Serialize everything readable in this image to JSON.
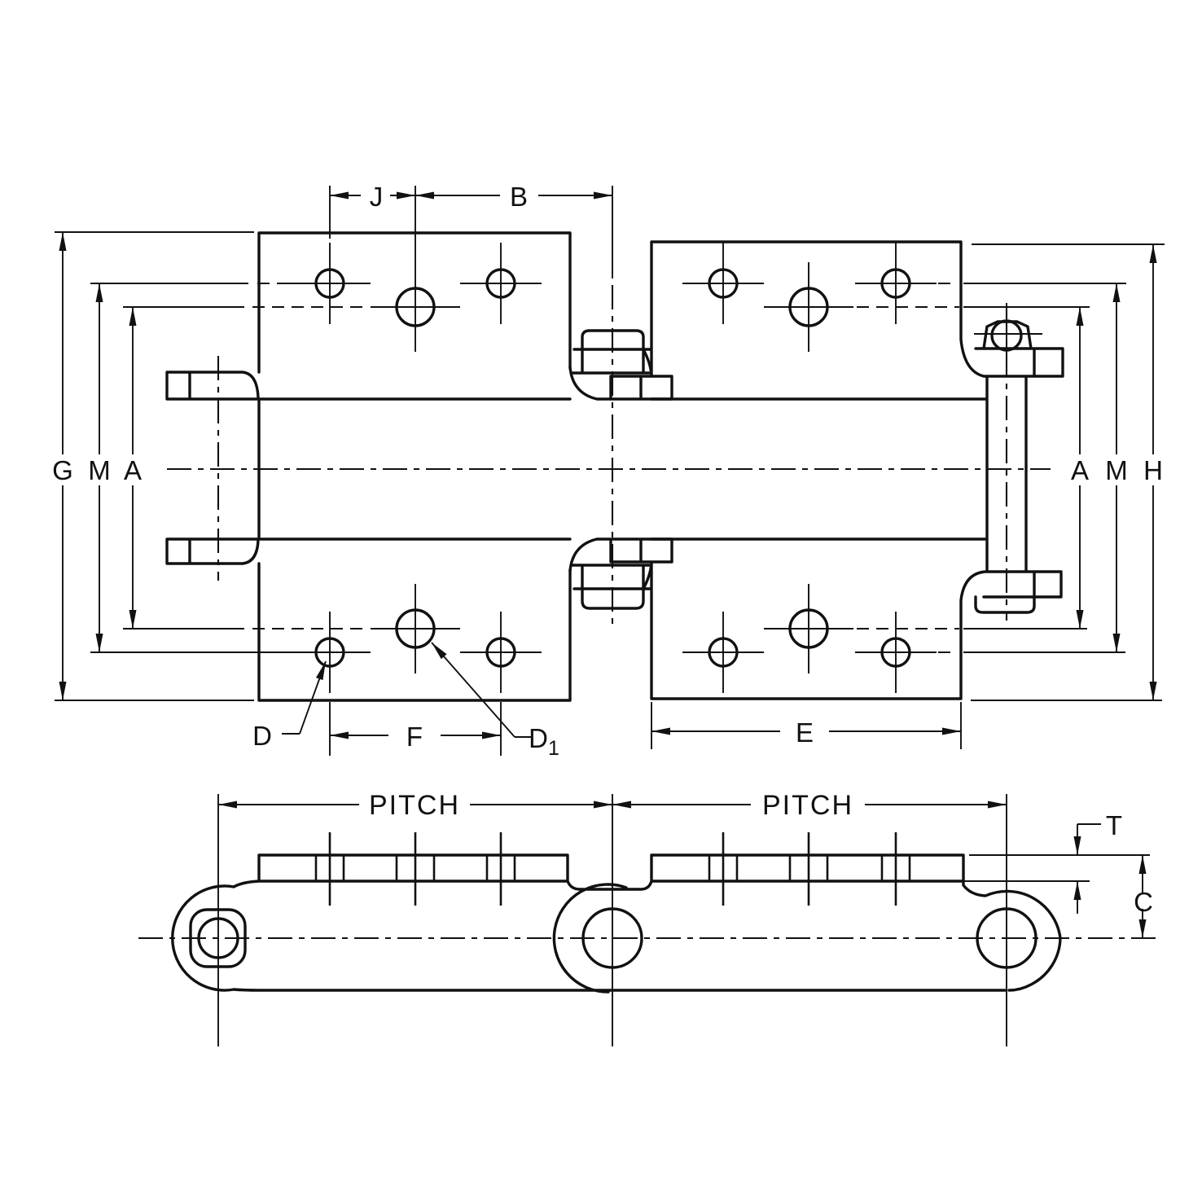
{
  "drawing": {
    "type": "engineering-dimension-drawing",
    "subject": "welded steel / cast conveyor chain links, plan view and side elevation with dimension callouts",
    "colors": {
      "ink": "#111111",
      "paper": "#ffffff"
    },
    "views": {
      "plan": "plan view of two chain links",
      "side": "side elevation of chain strand"
    },
    "dimension_labels": {
      "j": "J",
      "b": "B",
      "g": "G",
      "m_left": "M",
      "a_left": "A",
      "a_right": "A",
      "m_right": "M",
      "h": "H",
      "d": "D",
      "f": "F",
      "d1": "D",
      "d1_sub": "1",
      "e": "E",
      "pitch_1": "PITCH",
      "pitch_2": "PITCH",
      "t": "T",
      "c": "C"
    }
  }
}
